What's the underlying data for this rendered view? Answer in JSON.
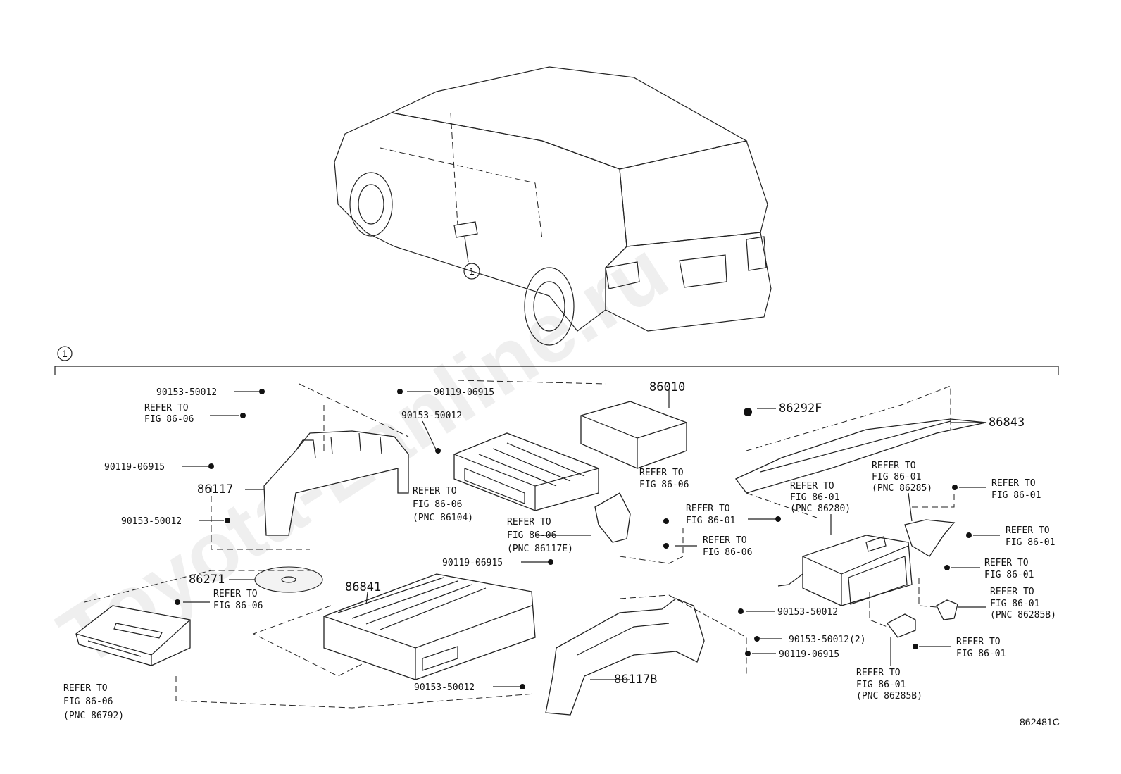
{
  "watermark": "Toyota-Lanline.ru",
  "callout_number": "1",
  "diagram_code": "862481C",
  "labels": {
    "p90153_top": "90153-50012",
    "refer_86_06_top_a": "REFER TO",
    "refer_86_06_top_b": "FIG 86-06",
    "p90119_left": "90119-06915",
    "p86117": "86117",
    "p90153_left": "90153-50012",
    "p90119_topmid": "90119-06915",
    "p90153_mid": "90153-50012",
    "refer_86104_a": "REFER TO",
    "refer_86104_b": "FIG 86-06",
    "refer_86104_c": "(PNC 86104)",
    "p86010": "86010",
    "refer_mid_a": "REFER TO",
    "refer_mid_b": "FIG 86-06",
    "refer_86117e_a": "REFER TO",
    "refer_86117e_b": "FIG 86-06",
    "refer_86117e_c": "(PNC 86117E)",
    "p90119_center": "90119-06915",
    "p86271": "86271",
    "refer_disc_a": "REFER TO",
    "refer_disc_b": "FIG 86-06",
    "p86841": "86841",
    "refer_86792_a": "REFER TO",
    "refer_86792_b": "FIG 86-06",
    "refer_86792_c": "(PNC 86792)",
    "p90153_bottom": "90153-50012",
    "p86117b": "86117B",
    "refer_cnt_a": "REFER TO",
    "refer_cnt_b": "FIG 86-01",
    "refer_cnt2_a": "REFER TO",
    "refer_cnt2_b": "FIG 86-06",
    "p86292f": "86292F",
    "p86843": "86843",
    "refer_86280_a": "REFER TO",
    "refer_86280_b": "FIG 86-01",
    "refer_86280_c": "(PNC 86280)",
    "refer_86285_a": "REFER TO",
    "refer_86285_b": "FIG 86-01",
    "refer_86285_c": "(PNC 86285)",
    "refer_r1_a": "REFER TO",
    "refer_r1_b": "FIG 86-01",
    "refer_r2_a": "REFER TO",
    "refer_r2_b": "FIG 86-01",
    "refer_r3_a": "REFER TO",
    "refer_r3_b": "FIG 86-01",
    "refer_86285b_a": "REFER TO",
    "refer_86285b_b": "FIG 86-01",
    "refer_86285b_c": "(PNC 86285B)",
    "refer_r4_a": "REFER TO",
    "refer_r4_b": "FIG 86-01",
    "refer_86285b2_a": "REFER TO",
    "refer_86285b2_b": "FIG 86-01",
    "refer_86285b2_c": "(PNC 86285B)",
    "p90153_r1": "90153-50012",
    "p90153_r2": "90153-50012(2)",
    "p90119_r": "90119-06915"
  }
}
